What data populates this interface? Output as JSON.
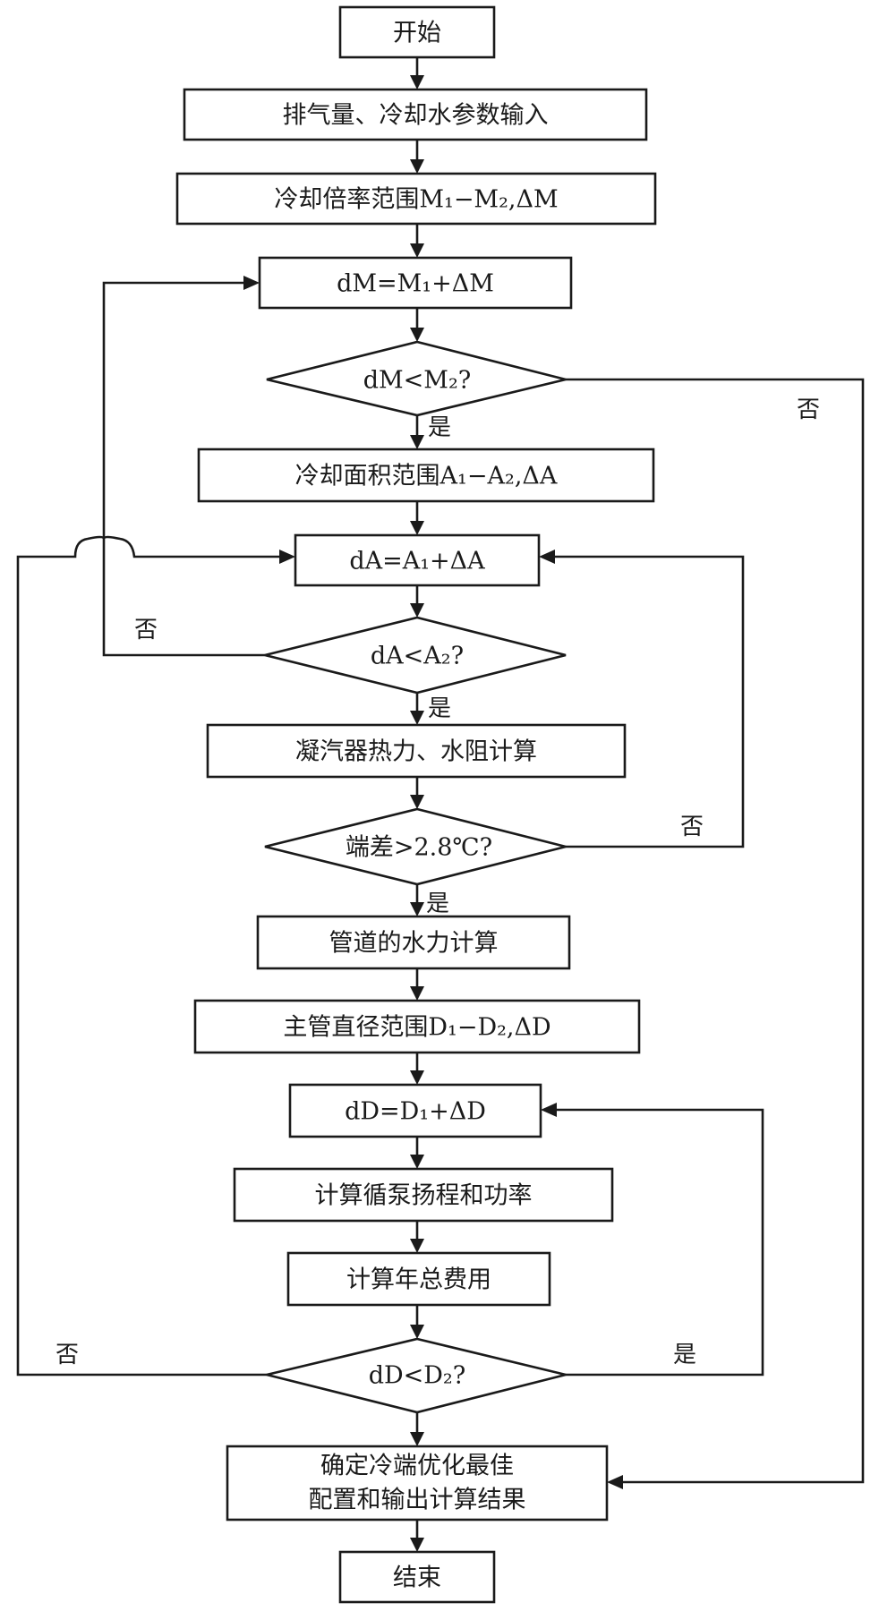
{
  "nodes": {
    "start": "开始",
    "input": "排气量、冷却水参数输入",
    "range_m": "冷却倍率范围M₁−M₂,ΔM",
    "step_m": "dM=M₁+ΔM",
    "check_m": "dM<M₂?",
    "range_a": "冷却面积范围A₁−A₂,ΔA",
    "step_a": "dA=A₁+ΔA",
    "check_a": "dA<A₂?",
    "condenser_calc": "凝汽器热力、水阻计算",
    "check_td": "端差>2.8℃?",
    "pipe_calc": "管道的水力计算",
    "range_d": "主管直径范围D₁−D₂,ΔD",
    "step_d": "dD=D₁+ΔD",
    "pump_calc": "计算循泵扬程和功率",
    "cost_calc": "计算年总费用",
    "check_d": "dD<D₂?",
    "result_line1": "确定冷端优化最佳",
    "result_line2": "配置和输出计算结果",
    "end": "结束"
  },
  "edge_labels": {
    "check_m_yes": "是",
    "check_m_no": "否",
    "check_a_yes": "是",
    "check_a_no": "否",
    "check_td_yes": "是",
    "check_td_no": "否",
    "check_d_yes": "是",
    "check_d_no": "否"
  },
  "colors": {
    "line": "#1a1a1a",
    "background": "#ffffff"
  }
}
